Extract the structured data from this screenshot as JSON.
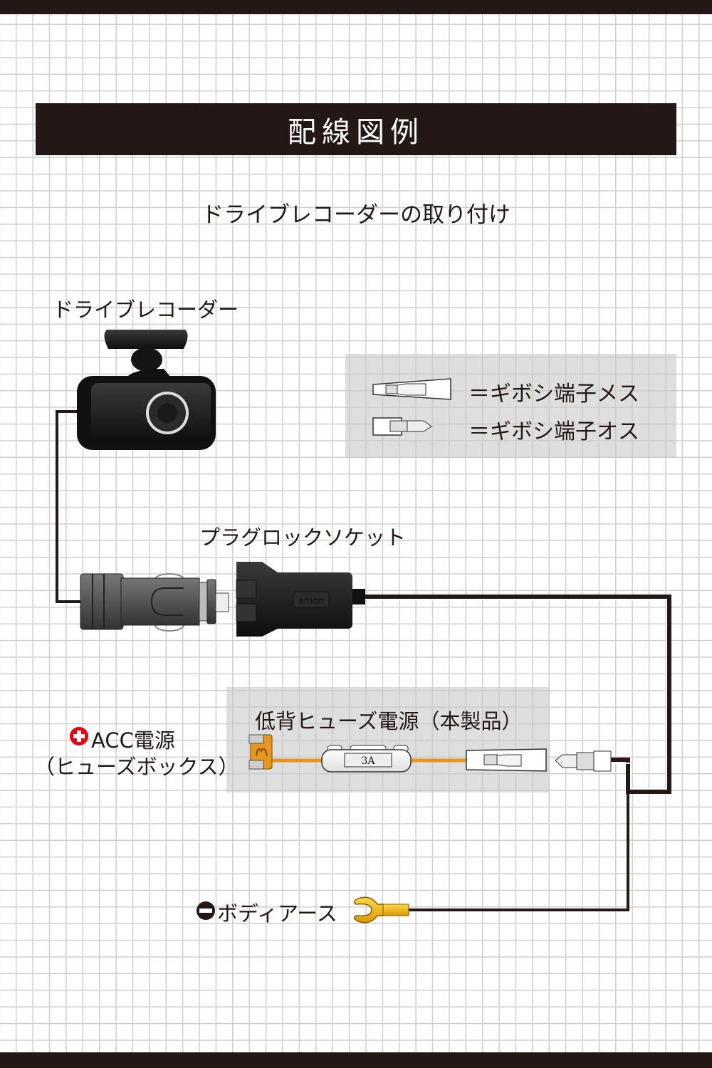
{
  "header": {
    "title": "配線図例"
  },
  "subtitle": "ドライブレコーダーの取り付け",
  "labels": {
    "dashcam": "ドライブレコーダー",
    "socket": "プラグロックソケット",
    "fuse_power": "低背ヒューズ電源（本製品）",
    "acc_power": "ACC電源",
    "fuse_box": "（ヒューズボックス）",
    "body_ground": "ボディアース"
  },
  "legend": {
    "female": "＝ギボシ端子メス",
    "male": "＝ギボシ端子オス"
  },
  "fuse_rating": "3A",
  "logo": "amon",
  "colors": {
    "dark": "#231815",
    "fuse_wire": "#e8961e",
    "plus": "#e60012",
    "terminal": "#f2b705"
  }
}
